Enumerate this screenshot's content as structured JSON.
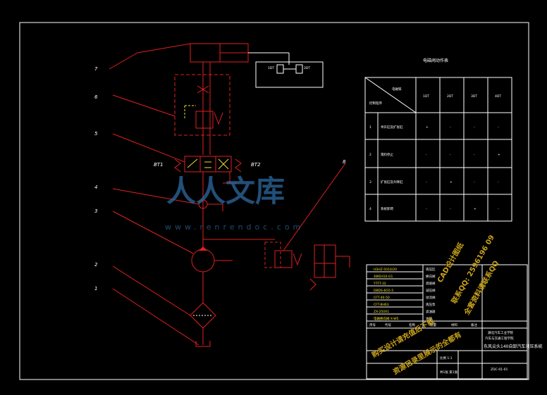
{
  "leaders": [
    "7",
    "6",
    "5",
    "4",
    "3",
    "2",
    "1",
    "8"
  ],
  "valve_labels": {
    "left": "BT1",
    "right": "BT2"
  },
  "coil_labels": {
    "one": "1DT",
    "two": "2DT"
  },
  "table": {
    "title": "电磁阀动作表",
    "corner_top": "电磁铁",
    "corner_bottom": "控制程序",
    "columns": [
      "1DT",
      "2DT",
      "3DT",
      "4DT"
    ],
    "rows": [
      {
        "n": "1",
        "label": "举升缸及扩张缸",
        "cells": [
          "+",
          "-",
          "-",
          "-"
        ]
      },
      {
        "n": "2",
        "label": "落料停止",
        "cells": [
          "-",
          "-",
          "-",
          "+"
        ]
      },
      {
        "n": "3",
        "label": "扩张缸及升降缸",
        "cells": [
          "-",
          "+",
          "-",
          "-"
        ]
      },
      {
        "n": "4",
        "label": "系统卸荷",
        "cells": [
          "-",
          "-",
          "+",
          "-"
        ]
      }
    ]
  },
  "title_block": {
    "parts": [
      "HSHZ-5010/20",
      "4WEH10-G1",
      "YTFT-32",
      "DBDS-6G5-5",
      "CFT-40-50",
      "CFT-BH63",
      "ZX-250X1",
      "电磁换向阀 X-W5"
    ],
    "part_names": [
      "液压缸",
      "换向阀",
      "调速阀",
      "减压阀",
      "溢流阀",
      "液压泵",
      "滤油器",
      "油箱"
    ],
    "header": [
      "序号",
      "代号",
      "名称",
      "数量",
      "材料",
      "备注"
    ],
    "school": "湖北汽车工业学院",
    "dept": "汽车与交通工程学院",
    "drawing_name": "东风尖头140自卸汽车液压系统",
    "drawing_number": "ZDC-01-01",
    "scale_label": "比例 1:1",
    "sheet_label": "共1张 第1张"
  },
  "watermark": {
    "brand": "人人文库",
    "url": "www.renrendoc.com"
  },
  "stamps": [
    "购买设计请充值后下载",
    "资源目录里展示的全都有",
    "CAD设计图纸",
    "联系QQ: 2596196 09",
    "全套资料请联系QQ"
  ]
}
